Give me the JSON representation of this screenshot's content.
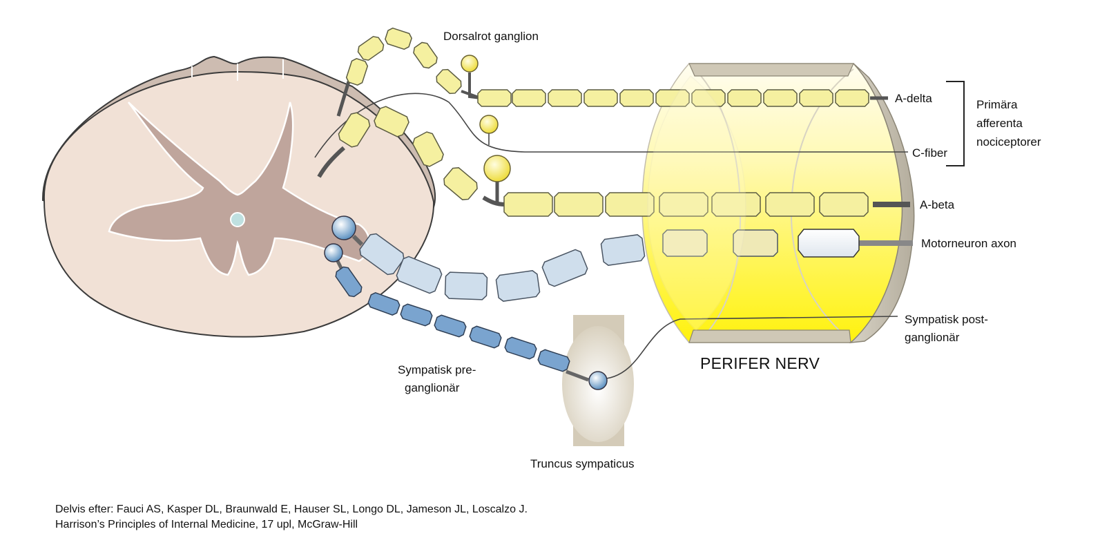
{
  "labels": {
    "dorsal_root_ganglion": "Dorsalrot ganglion",
    "a_delta": "A-delta",
    "c_fiber": "C-fiber",
    "a_beta": "A-beta",
    "motor_axon": "Motorneuron axon",
    "primary_afferent": [
      "Primära",
      "afferenta",
      "nociceptorer"
    ],
    "symp_post": [
      "Sympatisk post-",
      "ganglionär"
    ],
    "symp_pre": [
      "Sympatisk pre-",
      "ganglionär"
    ],
    "truncus": "Truncus sympaticus",
    "perifer_nerv": "PERIFER NERV"
  },
  "citation": {
    "line1": "Delvis efter: Fauci AS, Kasper DL, Braunwald E, Hauser SL, Longo DL, Jameson JL, Loscalzo J.",
    "line2": "Harrison’s Principles of Internal Medicine, 17 upl, McGraw-Hill"
  },
  "colors": {
    "sensory_fill": "#f5f0a0",
    "sensory_stroke": "#5c5c42",
    "motor_fill": "#cfdeec",
    "sympathetic_fill": "#7aa4cf",
    "spinal_white_matter": "#f1e1d6",
    "spinal_gray_matter": "#bfa59c",
    "nerve_yellow": "#fff200"
  }
}
